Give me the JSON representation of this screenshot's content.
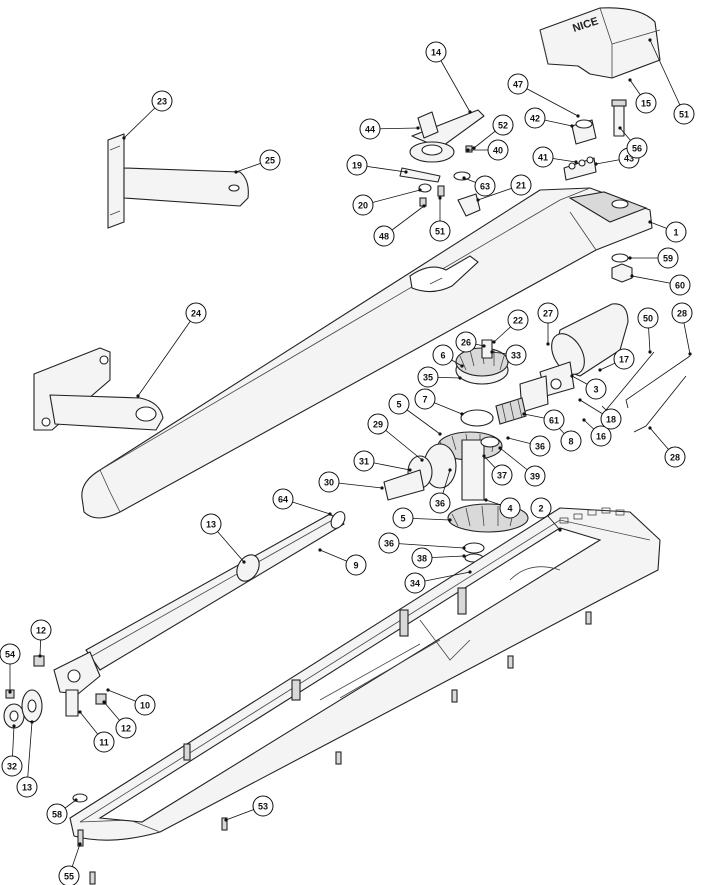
{
  "brand_mark": "NICE",
  "callouts": [
    {
      "label": "1"
    },
    {
      "label": "2"
    },
    {
      "label": "3"
    },
    {
      "label": "4"
    },
    {
      "label": "5"
    },
    {
      "label": "5"
    },
    {
      "label": "6"
    },
    {
      "label": "7"
    },
    {
      "label": "8"
    },
    {
      "label": "9"
    },
    {
      "label": "10"
    },
    {
      "label": "11"
    },
    {
      "label": "12"
    },
    {
      "label": "12"
    },
    {
      "label": "13"
    },
    {
      "label": "13"
    },
    {
      "label": "14"
    },
    {
      "label": "15"
    },
    {
      "label": "16"
    },
    {
      "label": "17"
    },
    {
      "label": "18"
    },
    {
      "label": "19"
    },
    {
      "label": "20"
    },
    {
      "label": "21"
    },
    {
      "label": "22"
    },
    {
      "label": "23"
    },
    {
      "label": "24"
    },
    {
      "label": "25"
    },
    {
      "label": "26"
    },
    {
      "label": "27"
    },
    {
      "label": "28"
    },
    {
      "label": "28"
    },
    {
      "label": "29"
    },
    {
      "label": "30"
    },
    {
      "label": "31"
    },
    {
      "label": "32"
    },
    {
      "label": "33"
    },
    {
      "label": "34"
    },
    {
      "label": "35"
    },
    {
      "label": "36"
    },
    {
      "label": "36"
    },
    {
      "label": "36"
    },
    {
      "label": "37"
    },
    {
      "label": "38"
    },
    {
      "label": "39"
    },
    {
      "label": "40"
    },
    {
      "label": "41"
    },
    {
      "label": "42"
    },
    {
      "label": "43"
    },
    {
      "label": "44"
    },
    {
      "label": "47"
    },
    {
      "label": "48"
    },
    {
      "label": "50"
    },
    {
      "label": "51"
    },
    {
      "label": "51"
    },
    {
      "label": "52"
    },
    {
      "label": "53"
    },
    {
      "label": "54"
    },
    {
      "label": "55"
    },
    {
      "label": "56"
    },
    {
      "label": "58"
    },
    {
      "label": "59"
    },
    {
      "label": "60"
    },
    {
      "label": "61"
    },
    {
      "label": "63"
    },
    {
      "label": "64"
    }
  ]
}
